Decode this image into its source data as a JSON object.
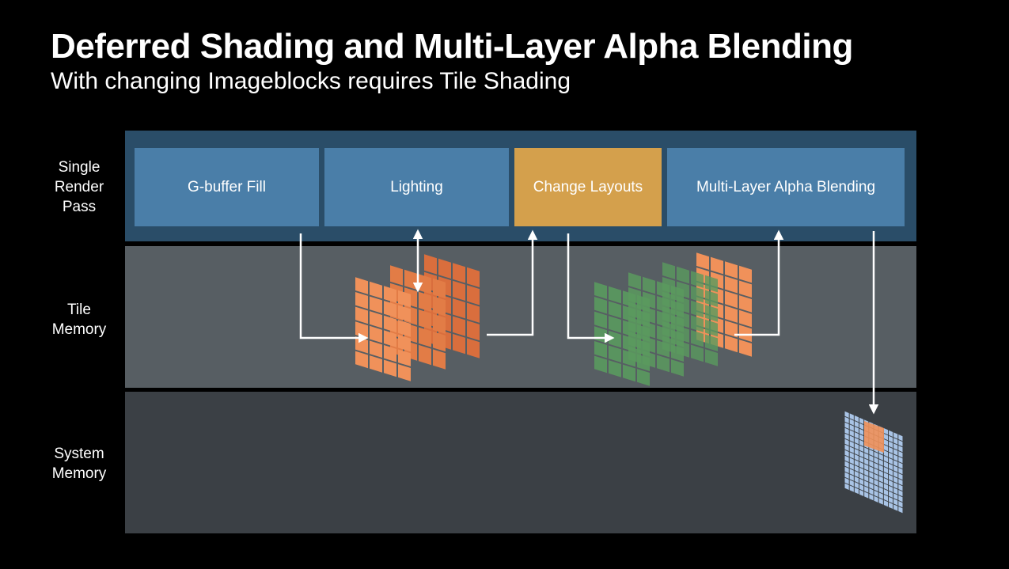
{
  "header": {
    "title": "Deferred Shading and Multi-Layer Alpha Blending",
    "subtitle": "With changing Imageblocks requires Tile Shading"
  },
  "rows": {
    "single_render_pass": [
      "Single",
      "Render",
      "Pass"
    ],
    "tile_memory": [
      "Tile",
      "Memory"
    ],
    "system_memory": [
      "System",
      "Memory"
    ]
  },
  "stages": {
    "gbuffer_fill": "G-buffer Fill",
    "lighting": "Lighting",
    "change_layouts": "Change Layouts",
    "multi_layer_alpha_blending": "Multi-Layer Alpha Blending"
  },
  "colors": {
    "background": "#000000",
    "render_pass_band": "#2a4d68",
    "tile_memory_band": "#575e63",
    "system_memory_band": "#3b4045",
    "stage_blue": "#4a7ea8",
    "stage_orange": "#d4a04c",
    "tile_orange": "#f0915a",
    "tile_green": "#5a9a5e",
    "tile_blue": "#a9c4e6",
    "arrow": "#ffffff"
  }
}
